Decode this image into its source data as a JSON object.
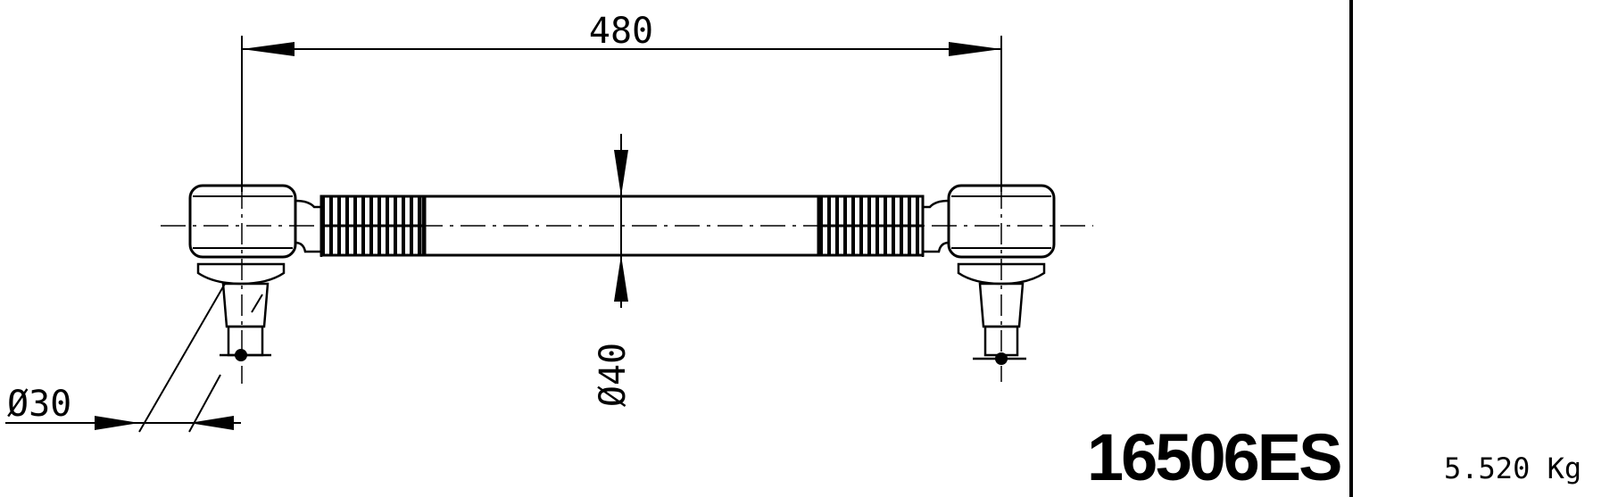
{
  "dimensions": {
    "length": "480",
    "bar_diameter": "Ø40",
    "pin_diameter": "Ø30"
  },
  "part": {
    "number": "16506ES",
    "weight": "5.520 Kg"
  },
  "colors": {
    "ink": "#000000",
    "paper": "#ffffff"
  }
}
